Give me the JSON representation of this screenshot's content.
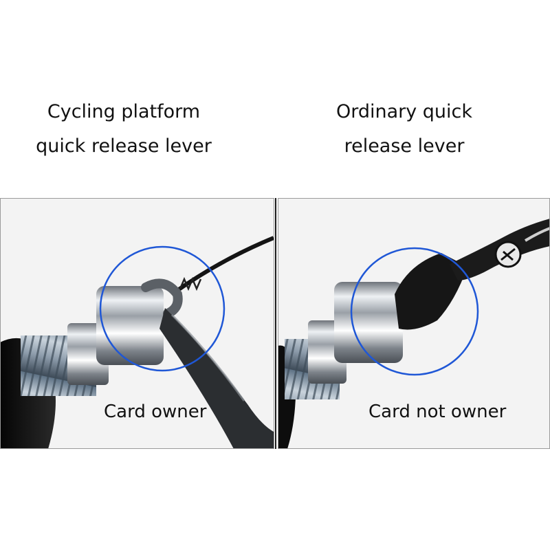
{
  "left": {
    "heading_line1": "Cycling platform",
    "heading_line2": "quick release lever",
    "caption": "Card owner"
  },
  "right": {
    "heading_line1": "Ordinary quick",
    "heading_line2": "release lever",
    "caption": "Card not owner"
  },
  "colors": {
    "highlight_circle": "#1f57d6",
    "divider": "#1a1a1a",
    "background": "#ffffff"
  }
}
